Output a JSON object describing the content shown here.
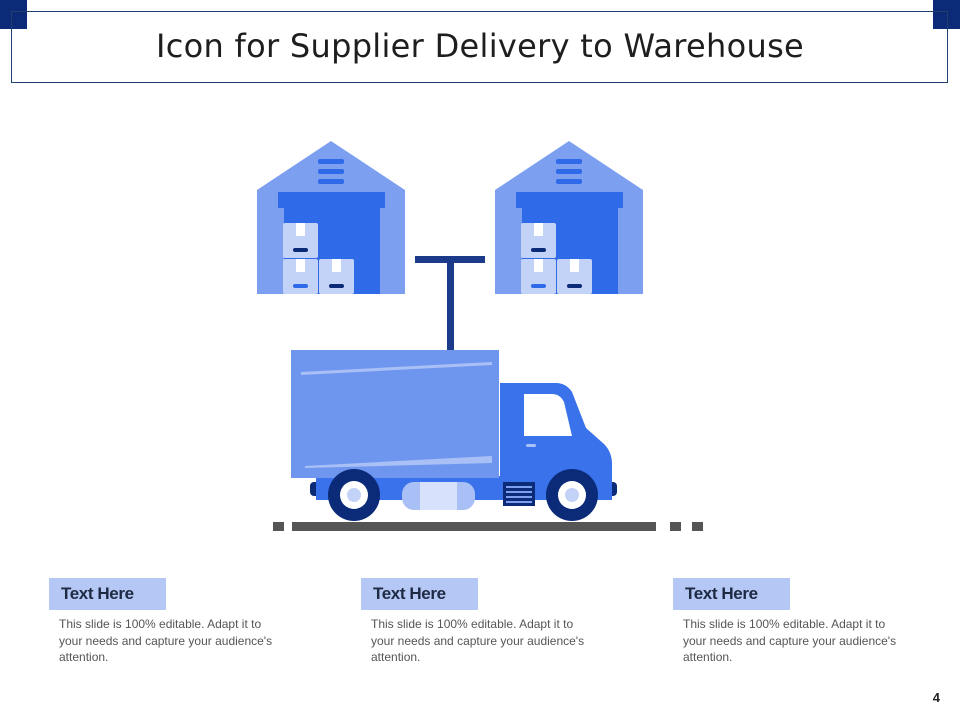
{
  "slide": {
    "title": "Icon for Supplier Delivery to Warehouse",
    "page_number": "4"
  },
  "cards": [
    {
      "label": "Text Here",
      "description": "This slide is 100% editable. Adapt it to your needs and capture your audience's attention."
    },
    {
      "label": "Text Here",
      "description": "This slide is 100% editable. Adapt it to your needs and capture your audience's attention."
    },
    {
      "label": "Text Here",
      "description": "This slide is 100% editable. Adapt it to your needs and capture your audience's attention."
    }
  ],
  "colors": {
    "accent_dark": "#0b2a78",
    "warehouse_light": "#7d9ff0",
    "warehouse_dark": "#2f6ae8",
    "truck_body": "#6f96ef",
    "truck_cab": "#3a72ec",
    "label_bg": "#b4c7f5",
    "road": "#555555"
  },
  "icons": [
    "warehouse-icon",
    "warehouse-icon",
    "signpost-icon",
    "delivery-truck-icon"
  ]
}
